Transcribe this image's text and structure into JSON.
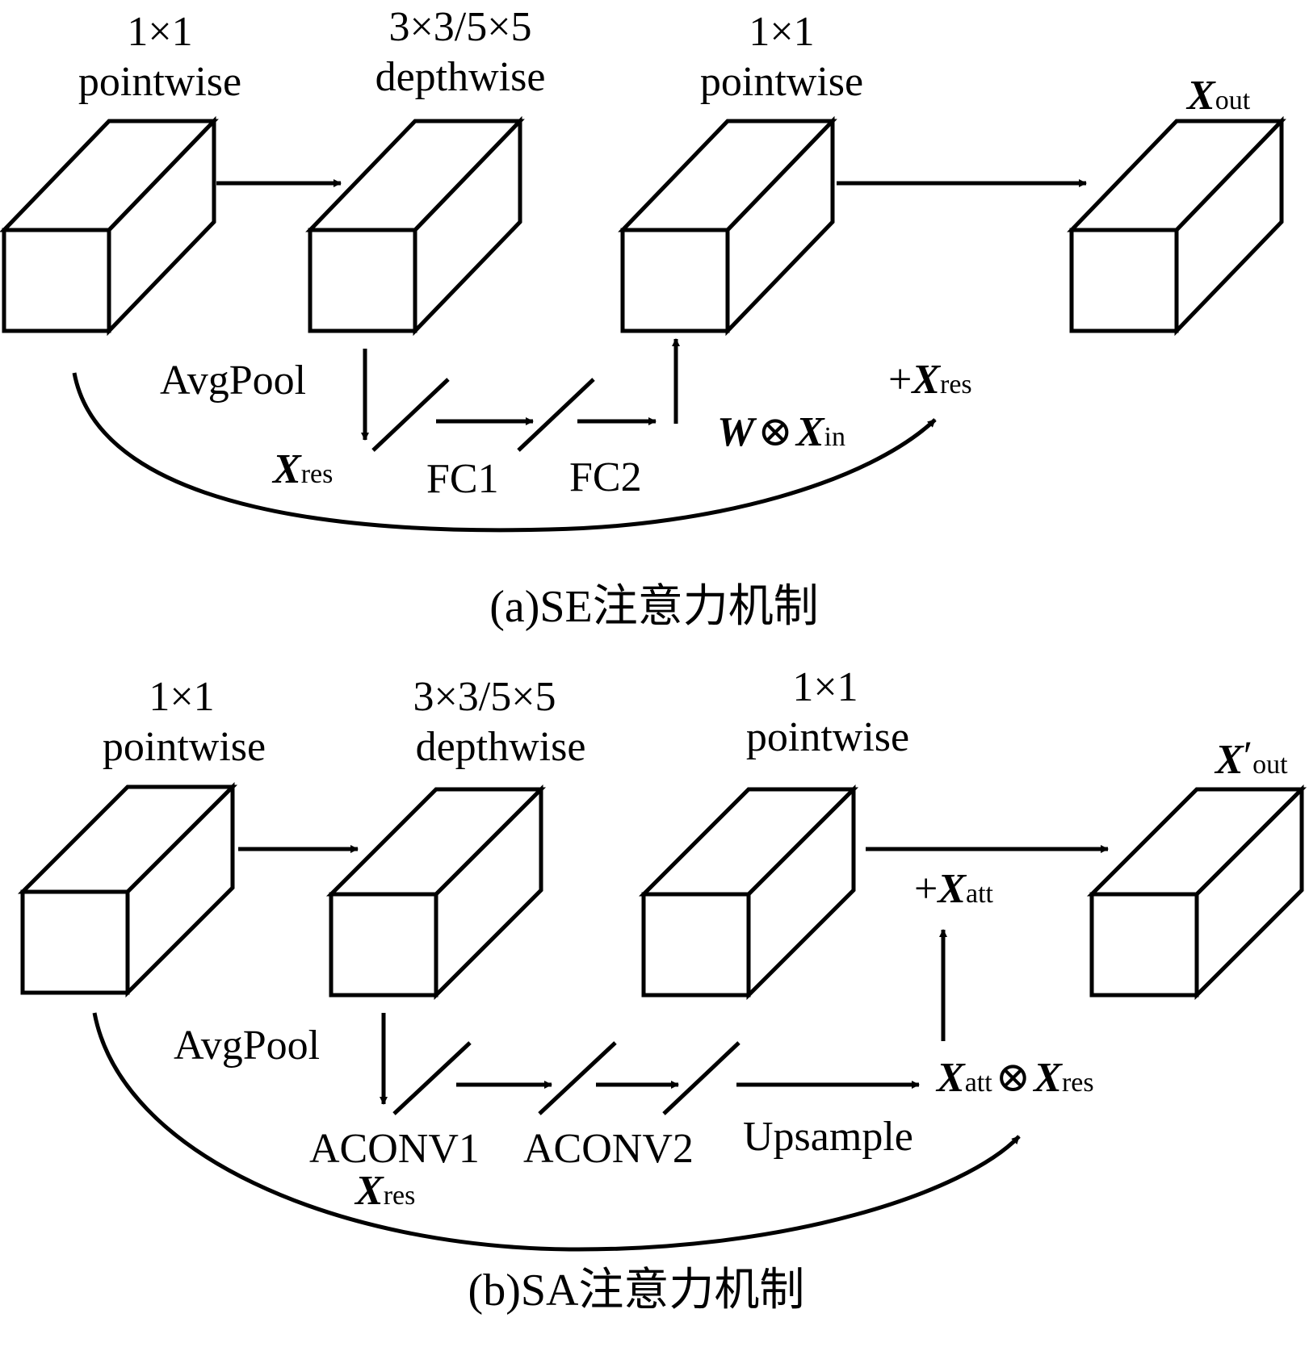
{
  "panel_a": {
    "block1": {
      "top": "1×1",
      "bottom": "pointwise"
    },
    "block2": {
      "top": "3×3/5×5",
      "bottom": "depthwise"
    },
    "block3": {
      "top": "1×1",
      "bottom": "pointwise"
    },
    "output": {
      "var": "X",
      "sub": "out"
    },
    "avgpool": "AvgPool",
    "xres": {
      "var": "X",
      "sub": "res"
    },
    "fc1": "FC1",
    "fc2": "FC2",
    "weight": {
      "w": "W",
      "op": "⊗",
      "var": "X",
      "sub": "in"
    },
    "residual": {
      "plus": "+",
      "var": "X",
      "sub": "res"
    },
    "caption": "(a)SE注意力机制"
  },
  "panel_b": {
    "block1": {
      "top": "1×1",
      "bottom": "pointwise"
    },
    "block2": {
      "top": "3×3/5×5",
      "bottom": "depthwise"
    },
    "block3": {
      "top": "1×1",
      "bottom": "pointwise"
    },
    "output": {
      "var": "X",
      "prime": "′",
      "sub": "out"
    },
    "avgpool": "AvgPool",
    "aconv1": "ACONV1",
    "xres": {
      "var": "X",
      "sub": "res"
    },
    "aconv2": "ACONV2",
    "upsample": "Upsample",
    "attention": {
      "var1": "X",
      "sub1": "att",
      "op": "⊗",
      "var2": "X",
      "sub2": "res"
    },
    "residual": {
      "plus": "+",
      "var": "X",
      "sub": "att"
    },
    "caption": "(b)SA注意力机制"
  }
}
